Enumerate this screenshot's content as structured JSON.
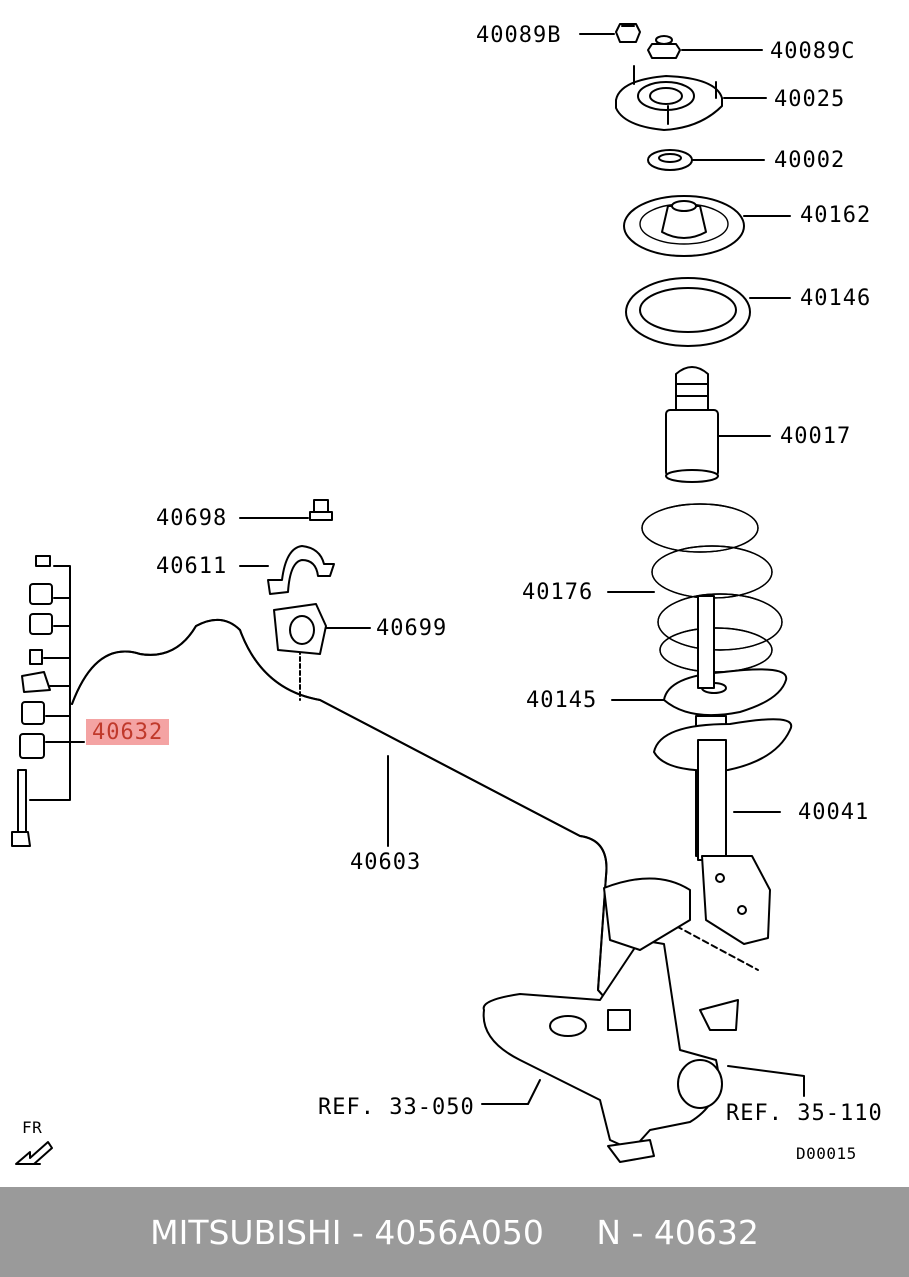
{
  "parts": {
    "p40089B": "40089B",
    "p40089C": "40089C",
    "p40025": "40025",
    "p40002": "40002",
    "p40162": "40162",
    "p40146": "40146",
    "p40017": "40017",
    "p40698": "40698",
    "p40611": "40611",
    "p40699": "40699",
    "p40176": "40176",
    "p40632": "40632",
    "p40145": "40145",
    "p40041": "40041",
    "p40603": "40603"
  },
  "refs": {
    "ref33": "REF. 33-050",
    "ref35": "REF. 35-110"
  },
  "direction_label": "FR",
  "diagram_code": "D00015",
  "highlight_color": "#f4a3a3",
  "footer": {
    "text": "MITSUBISHI - 4056A050     N - 40632"
  }
}
